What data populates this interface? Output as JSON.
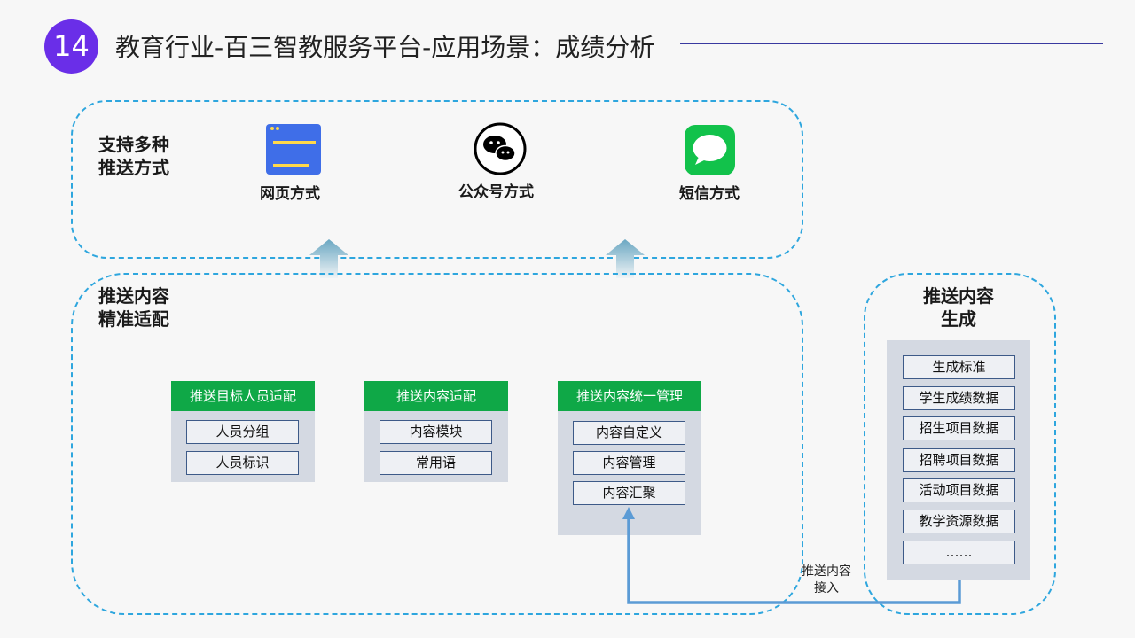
{
  "header": {
    "slide_number": "14",
    "title": "教育行业-百三智教服务平台-应用场景：成绩分析"
  },
  "push_methods": {
    "label_line1": "支持多种",
    "label_line2": "推送方式",
    "items": [
      {
        "label": "网页方式",
        "icon": "web-page-icon"
      },
      {
        "label": "公众号方式",
        "icon": "wechat-icon"
      },
      {
        "label": "短信方式",
        "icon": "sms-message-icon"
      }
    ]
  },
  "adaptation": {
    "label_line1": "推送内容",
    "label_line2": "精准适配",
    "groups": [
      {
        "title": "推送目标人员适配",
        "items": [
          "人员分组",
          "人员标识"
        ]
      },
      {
        "title": "推送内容适配",
        "items": [
          "内容模块",
          "常用语"
        ]
      },
      {
        "title": "推送内容统一管理",
        "items": [
          "内容自定义",
          "内容管理",
          "内容汇聚"
        ]
      }
    ]
  },
  "generation": {
    "label_line1": "推送内容",
    "label_line2": "生成",
    "items": [
      "生成标准",
      "学生成绩数据",
      "招生项目数据",
      "招聘项目数据",
      "活动项目数据",
      "教学资源数据",
      "……"
    ]
  },
  "connector": {
    "label_line1": "推送内容",
    "label_line2": "接入"
  },
  "colors": {
    "badge": "#6a2ee8",
    "dashed_border": "#2ea6de",
    "group_header": "#0fa847",
    "connector": "#5b9bd5"
  }
}
